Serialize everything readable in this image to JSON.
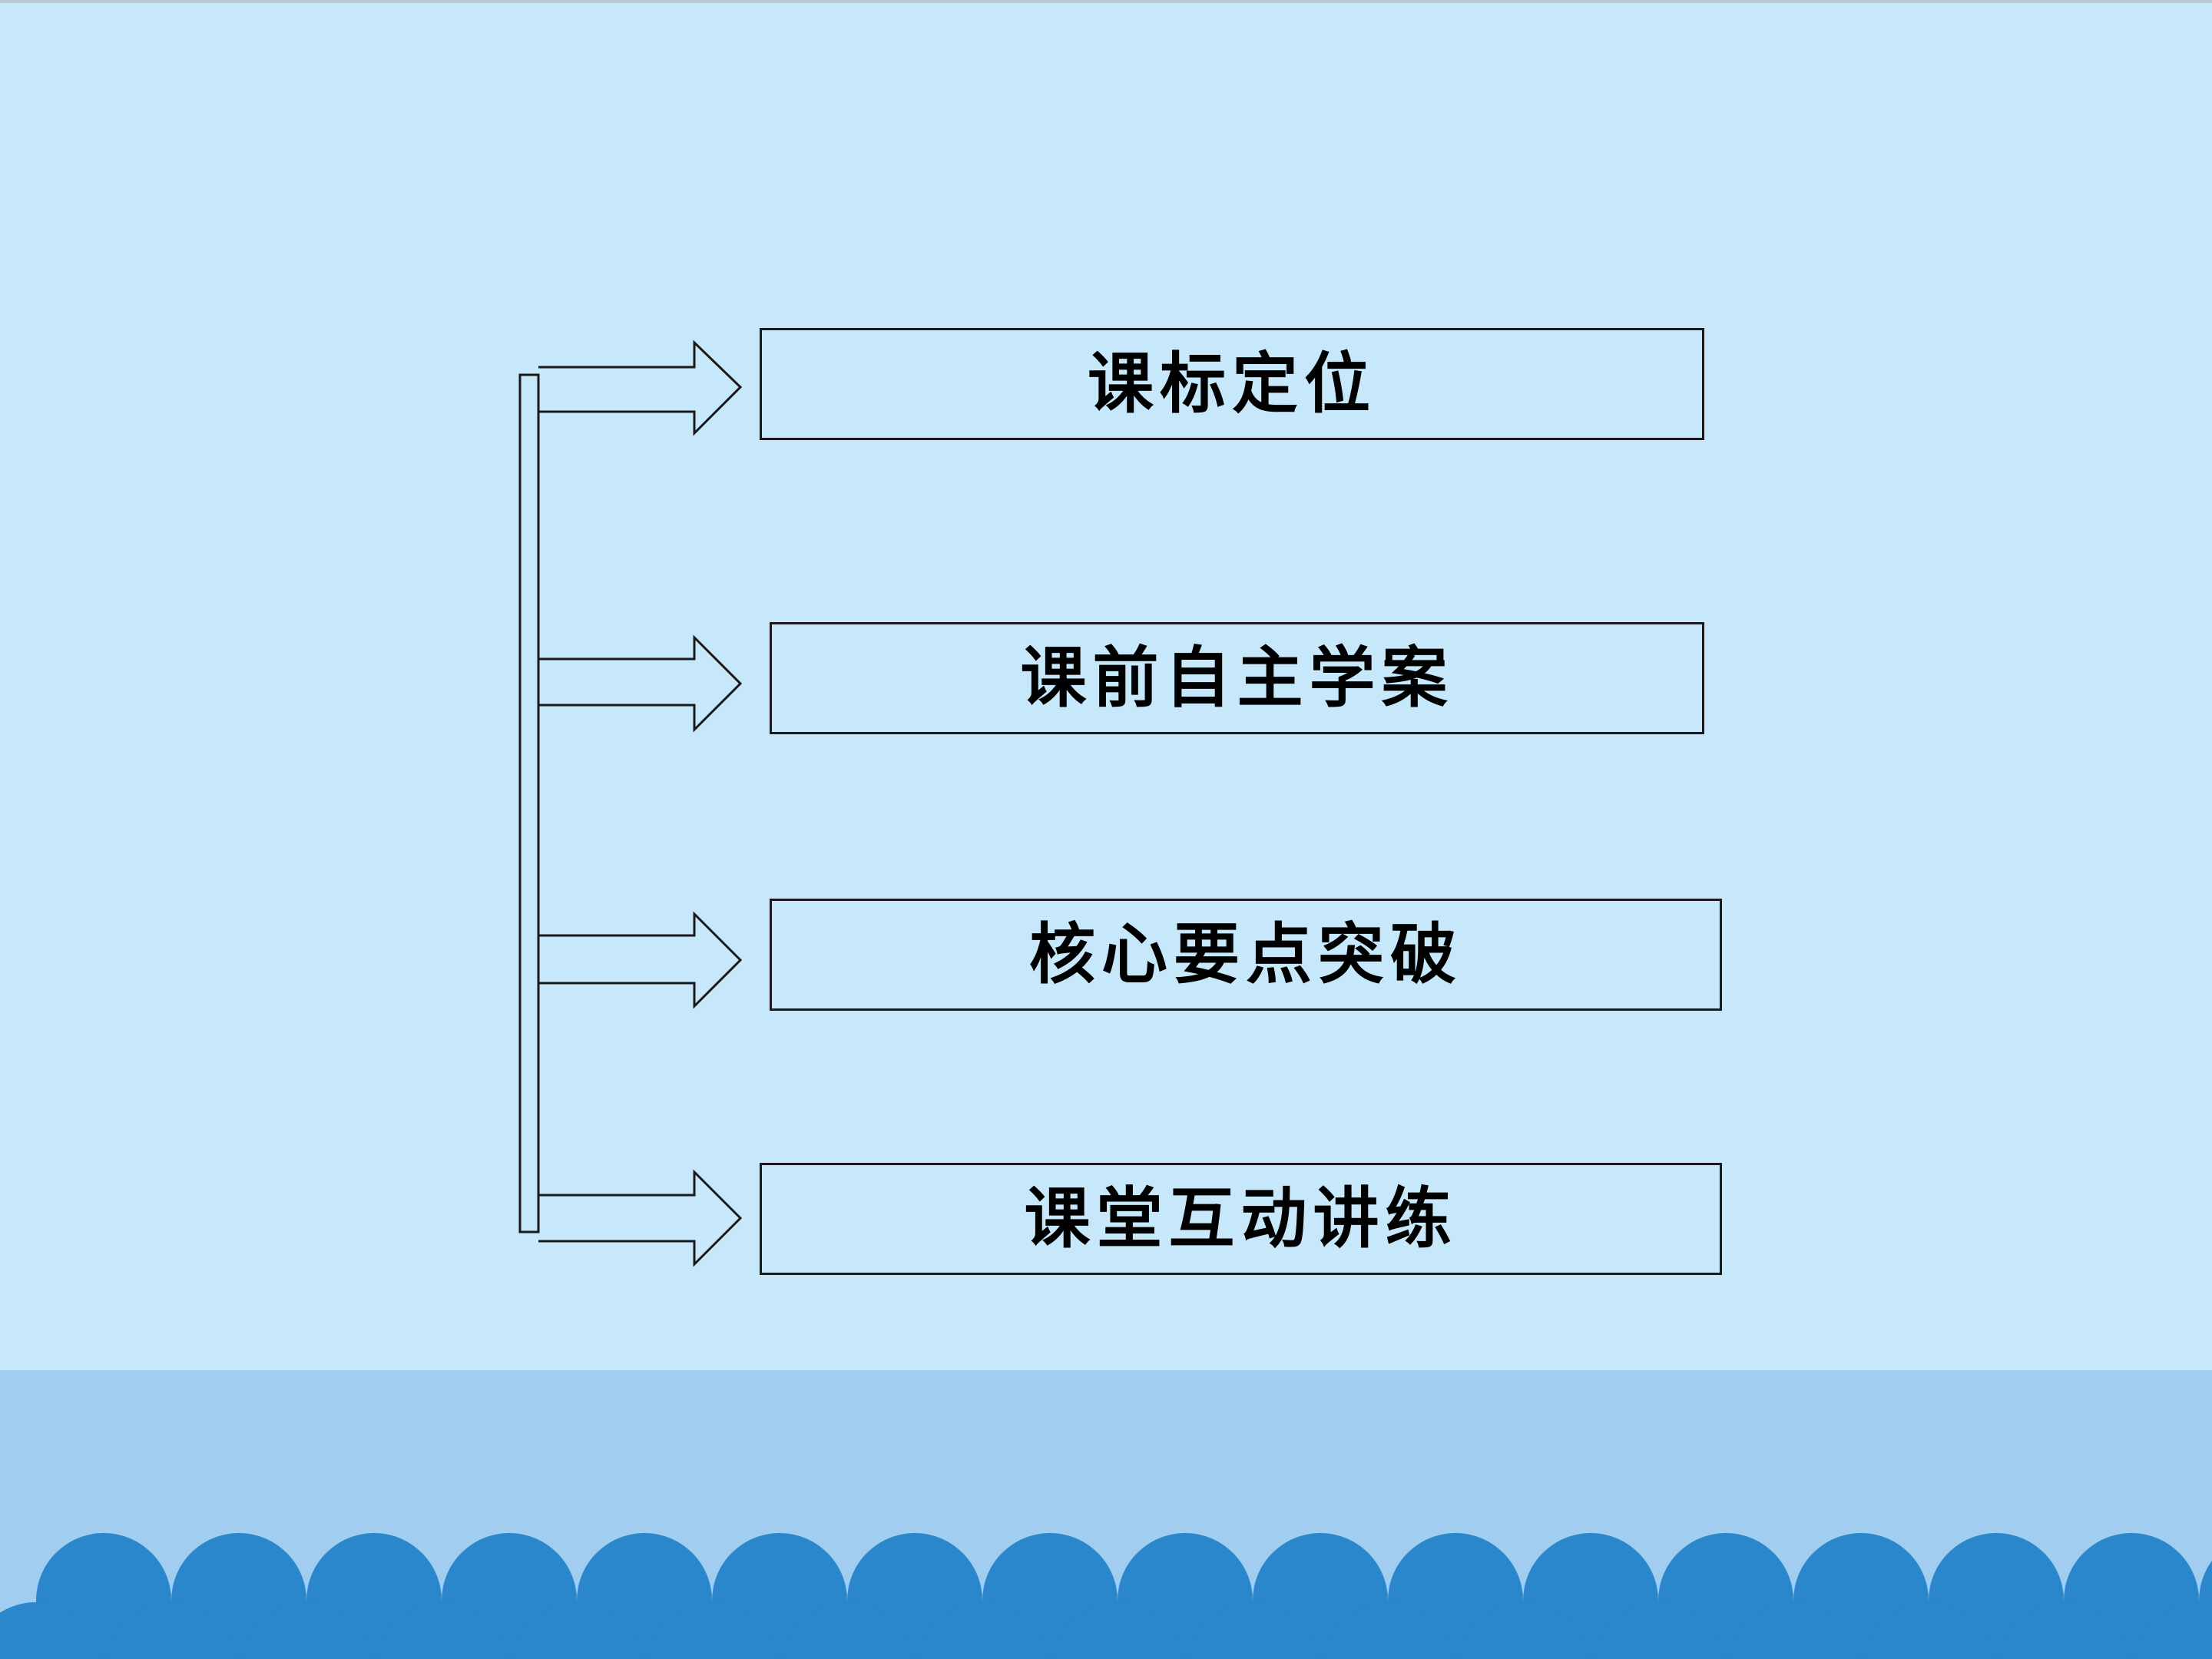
{
  "slide": {
    "background_color": "#c6e8fa",
    "footer_color": "#a0cdf0",
    "wave_color": "#2a87cc"
  },
  "diagram": {
    "type": "bracket-flow",
    "items": [
      {
        "label": "课标定位"
      },
      {
        "label": "课前自主学案"
      },
      {
        "label": "核心要点突破"
      },
      {
        "label": "课堂互动讲练"
      }
    ]
  }
}
